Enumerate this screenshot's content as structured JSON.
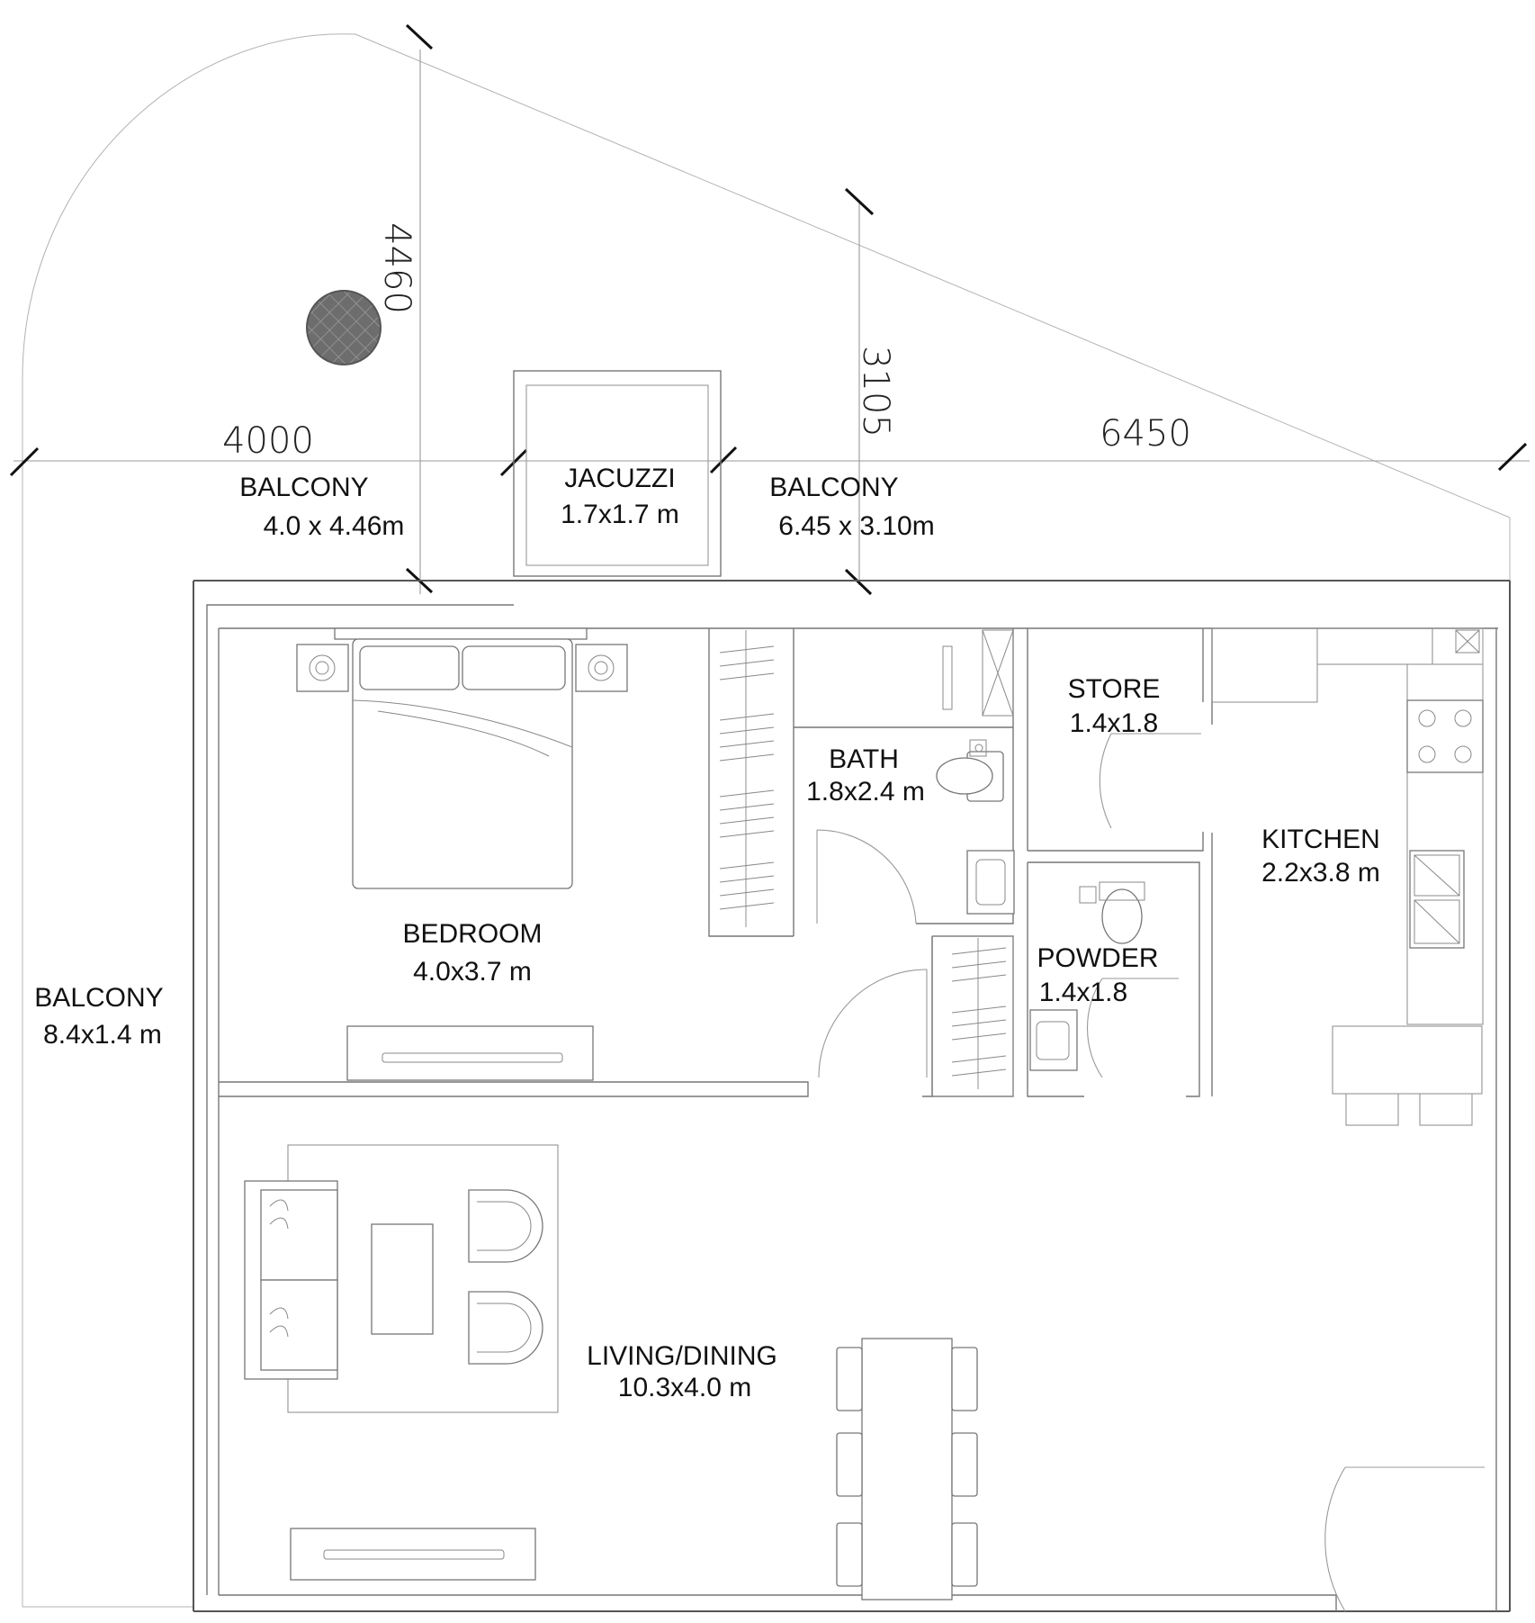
{
  "rooms": {
    "balcony_left_top": {
      "name": "BALCONY",
      "size": "4.0 x 4.46m"
    },
    "jacuzzi": {
      "name": "JACUZZI",
      "size": "1.7x1.7 m"
    },
    "balcony_right_top": {
      "name": "BALCONY",
      "size": "6.45 x 3.10m"
    },
    "store": {
      "name": "STORE",
      "size": "1.4x1.8"
    },
    "bath": {
      "name": "BATH",
      "size": "1.8x2.4 m"
    },
    "kitchen": {
      "name": "KITCHEN",
      "size": "2.2x3.8 m"
    },
    "bedroom": {
      "name": "BEDROOM",
      "size": "4.0x3.7 m"
    },
    "powder": {
      "name": "POWDER",
      "size": "1.4x1.8"
    },
    "balcony_side": {
      "name": "BALCONY",
      "size": "8.4x1.4 m"
    },
    "living": {
      "name": "LIVING/DINING",
      "size": "10.3x4.0 m"
    }
  },
  "dimensions": {
    "balcony_left_width": "4000",
    "balcony_left_depth": "4460",
    "balcony_right_depth": "3105",
    "balcony_right_width": "6450"
  },
  "colors": {
    "wall": "#555555",
    "line": "#999999",
    "text": "#111111",
    "planter": "#6d6d6d"
  },
  "icons": [
    "planter-icon",
    "bed-icon",
    "toilet-icon",
    "washbasin-icon",
    "sink-icon",
    "cooktop-icon",
    "door-swing-icon",
    "wardrobe-icon",
    "sofa-icon",
    "armchair-icon",
    "dining-table-icon",
    "tv-unit-icon"
  ]
}
